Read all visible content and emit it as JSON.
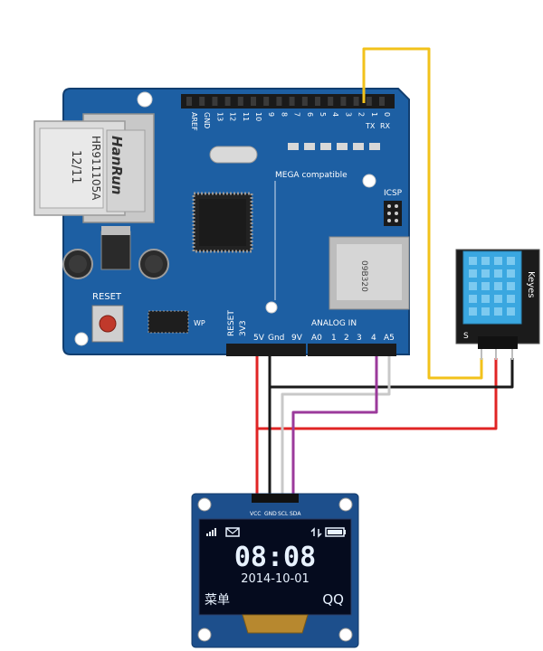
{
  "colors": {
    "board": "#1d5fa3",
    "board_dark": "#154a85",
    "header": "#1a1a1a",
    "wire_red": "#e02424",
    "wire_black": "#1a1a1a",
    "wire_white": "#c8c8c8",
    "wire_purple": "#9b3a9b",
    "wire_yellow": "#f2c21b",
    "sensor": "#3aa7e0",
    "oled_screen": "#050b1e",
    "oled_text": "#e8f2ff"
  },
  "shield": {
    "jack_brand": "HanRun",
    "jack_model": "HR911105A",
    "jack_date": "12/11",
    "mega_compatible": "MEGA compatible",
    "reset_label": "RESET",
    "icsp_label": "ICSP",
    "wp_label": "WP",
    "analog_label": "ANALOG IN",
    "tx_label": "TX",
    "rx_label": "RX",
    "sd_text": "09B320",
    "power_pins": [
      "RESET",
      "3V3",
      "5V",
      "Gnd",
      "9V"
    ],
    "analog_pins": [
      "A0",
      "1",
      "2",
      "3",
      "4",
      "A5"
    ],
    "top_pins": [
      "AREF",
      "GND",
      "13",
      "12",
      "11",
      "10",
      "9",
      "8",
      "7",
      "6",
      "5",
      "4",
      "3",
      "2",
      "1",
      "0"
    ]
  },
  "sensor": {
    "brand": "Keyes",
    "pin_s": "S"
  },
  "oled": {
    "pins": [
      "VCC",
      "GND",
      "SCL",
      "SDA"
    ],
    "time": "08:08",
    "date": "2014-10-01",
    "left_soft_key": "菜单",
    "right_soft_key": "QQ"
  }
}
